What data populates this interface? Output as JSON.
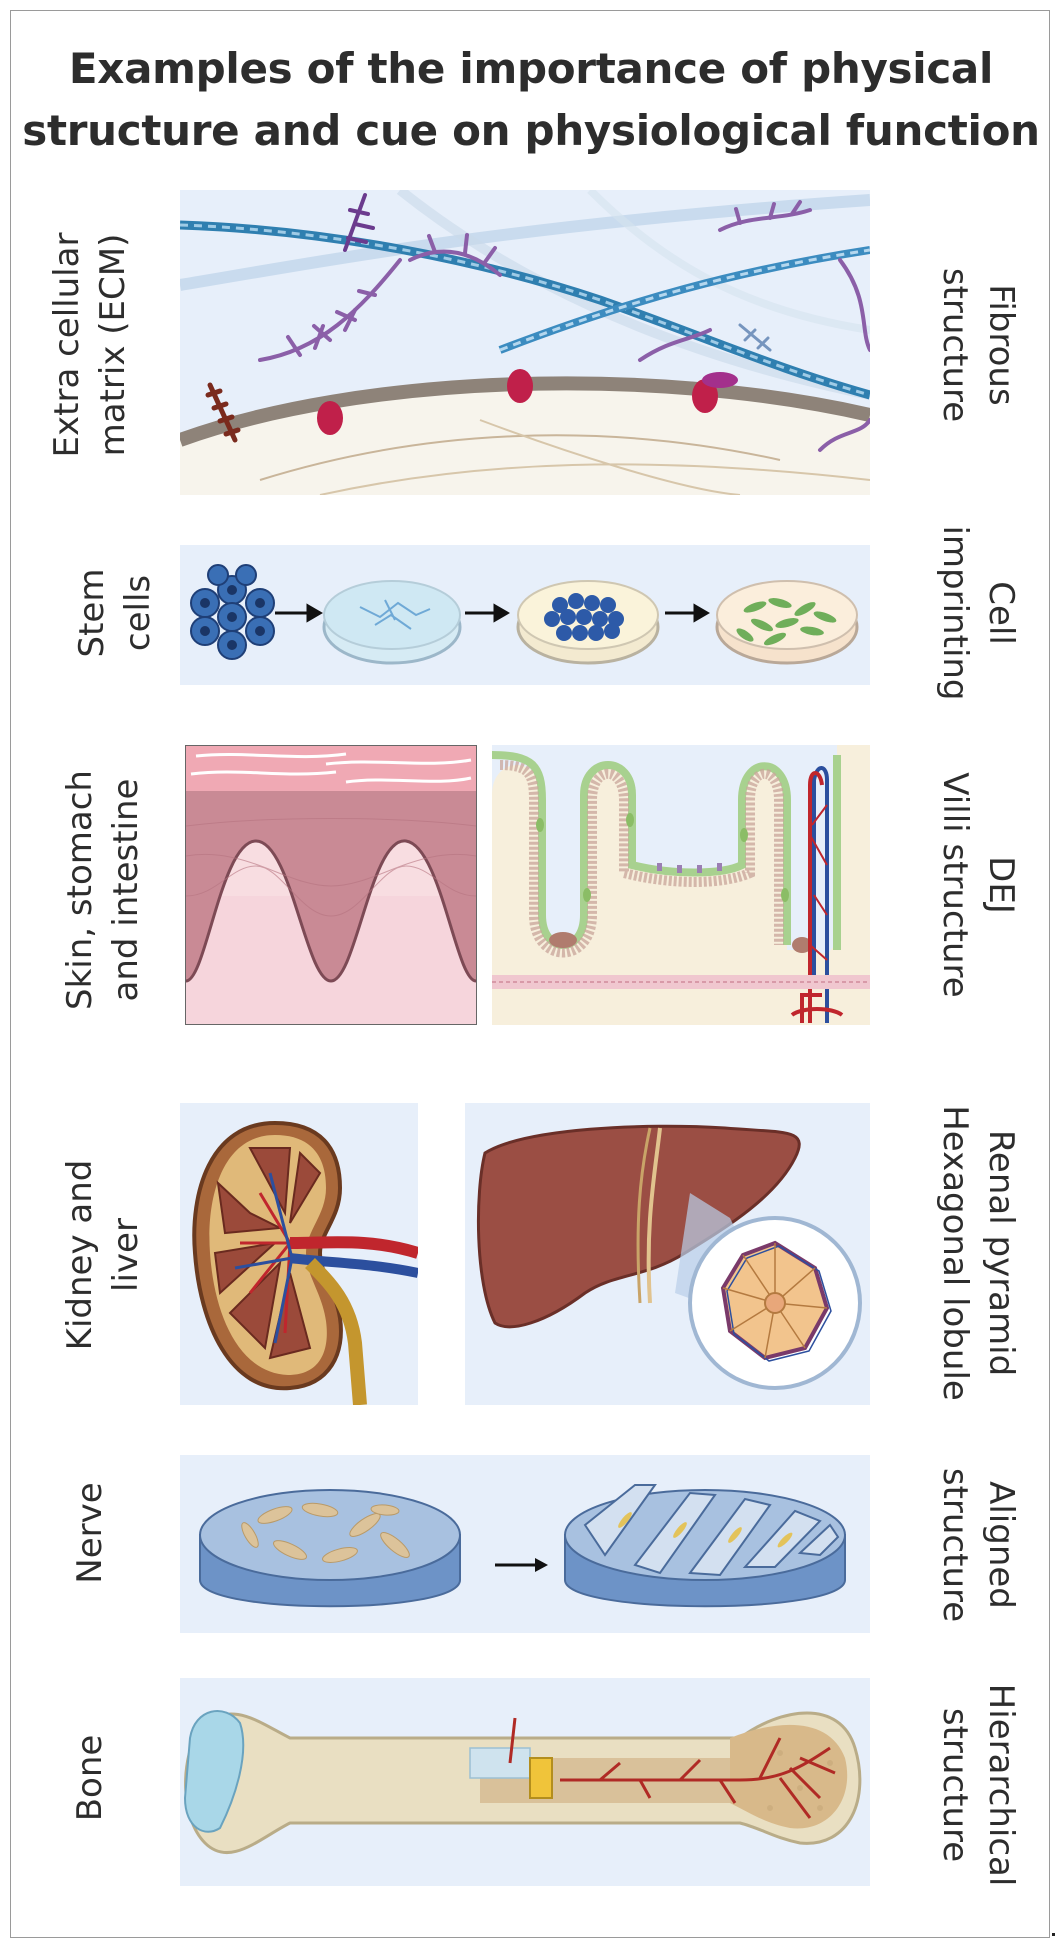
{
  "title": {
    "line1": "Examples of the importance of physical",
    "line2": "structure and cue on physiological function"
  },
  "rows": [
    {
      "key": "ecm",
      "left": [
        "Extra cellular",
        "matrix (ECM)"
      ],
      "right": [
        "Fibrous",
        "structure"
      ]
    },
    {
      "key": "stem",
      "left": [
        "Stem",
        "cells"
      ],
      "right": [
        "Cell",
        "imprinting"
      ]
    },
    {
      "key": "skin",
      "left": [
        "Skin, stomach",
        "and intestine"
      ],
      "right": [
        "DEJ",
        "Villi structure"
      ]
    },
    {
      "key": "kidney",
      "left": [
        "Kidney and",
        "liver"
      ],
      "right": [
        "Renal pyramid",
        "Hexagonal lobule"
      ]
    },
    {
      "key": "nerve",
      "left": [
        "Nerve"
      ],
      "right": [
        "Aligned",
        "structure"
      ]
    },
    {
      "key": "bone",
      "left": [
        "Bone"
      ],
      "right": [
        "Hierarchical",
        "structure"
      ]
    }
  ],
  "colors": {
    "panel_bg": "#e7effa",
    "collagen": "#2f7fb0",
    "proteoglycan": "#8b5fa8",
    "integrin": "#c0204a",
    "stem_cell": "#3a6fb5",
    "tissue_pink": "#d98e9e",
    "liver": "#9b4e44",
    "artery": "#c0262d",
    "vein": "#2c4f9e",
    "scaffold": "#8fb0d9",
    "bone": "#e9dfc2"
  }
}
